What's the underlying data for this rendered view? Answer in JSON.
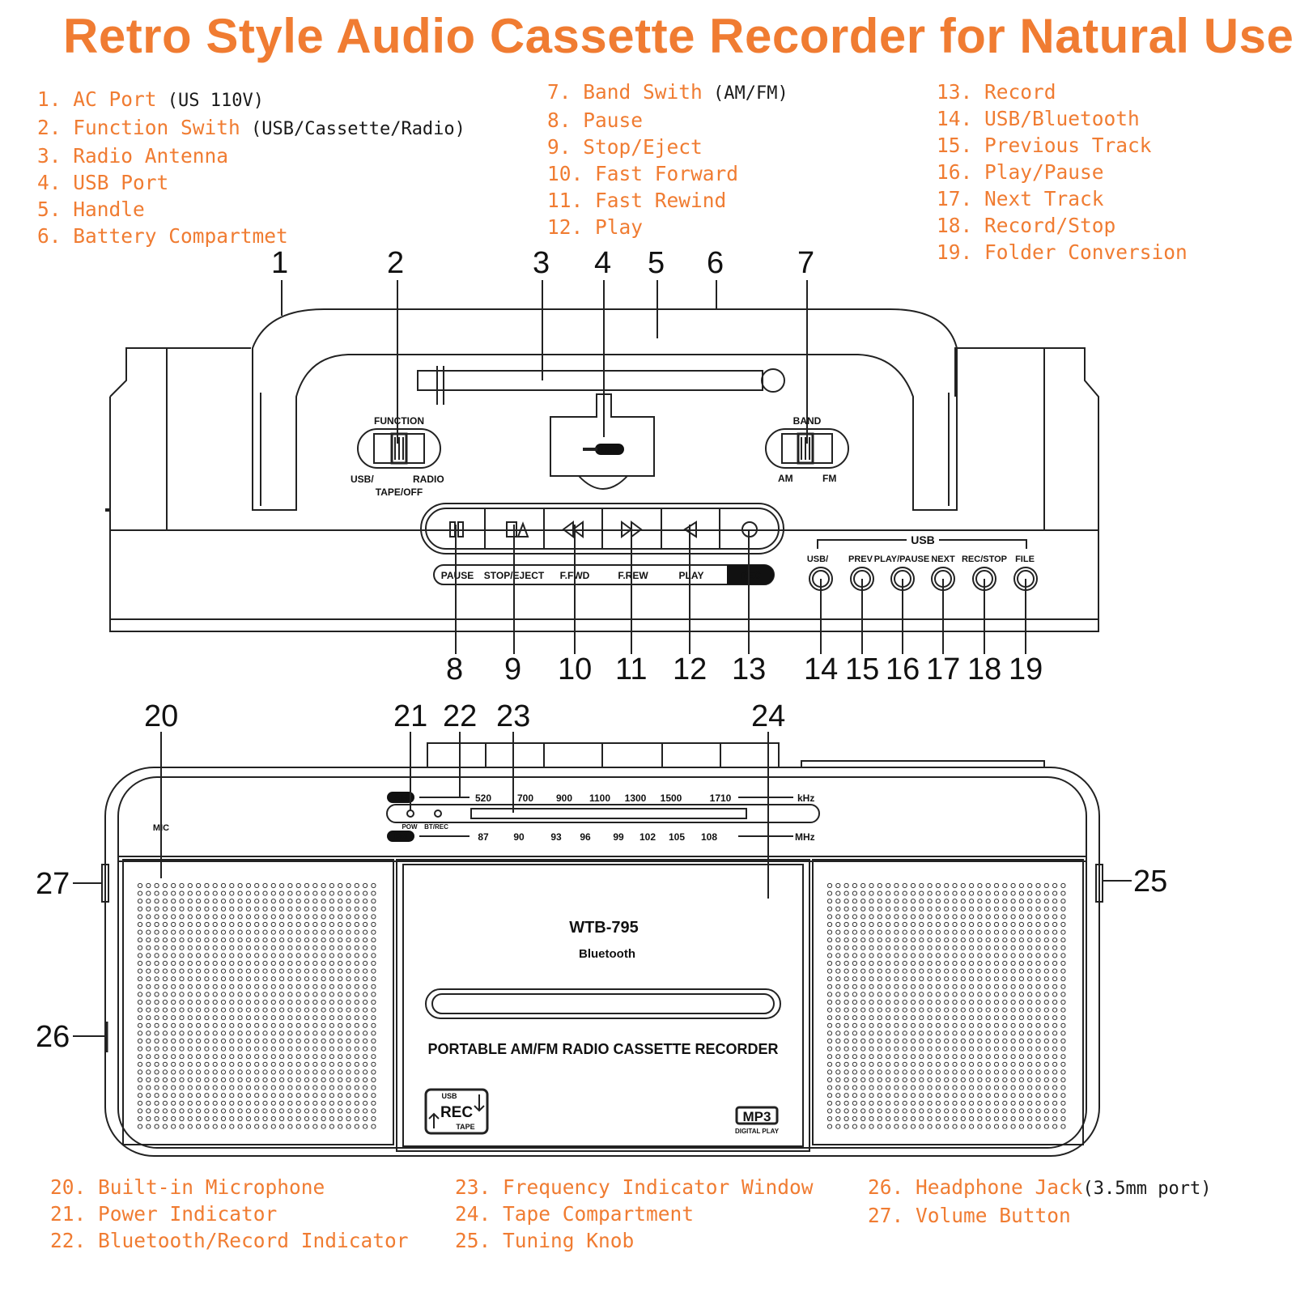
{
  "title": "Retro Style Audio Cassette Recorder for Natural User I",
  "legend_top": {
    "col1": [
      {
        "label": "1. AC Port",
        "note": " (US 110V)"
      },
      {
        "label": "2. Function Swith",
        "note": " (USB/Cassette/Radio)"
      },
      {
        "label": "3. Radio Antenna"
      },
      {
        "label": "4. USB Port"
      },
      {
        "label": "5. Handle"
      },
      {
        "label": "6. Battery Compartmet"
      }
    ],
    "col2": [
      {
        "label": "7. Band Swith",
        "note": " (AM/FM)"
      },
      {
        "label": "8. Pause"
      },
      {
        "label": "9. Stop/Eject"
      },
      {
        "label": "10. Fast Forward"
      },
      {
        "label": "11. Fast Rewind"
      },
      {
        "label": "12. Play"
      }
    ],
    "col3": [
      {
        "label": "13. Record"
      },
      {
        "label": "14. USB/Bluetooth"
      },
      {
        "label": "15. Previous Track"
      },
      {
        "label": "16. Play/Pause"
      },
      {
        "label": "17. Next Track"
      },
      {
        "label": "18. Record/Stop"
      },
      {
        "label": "19. Folder Conversion"
      }
    ]
  },
  "legend_bottom": {
    "col1": [
      {
        "label": "20. Built-in Microphone"
      },
      {
        "label": "21. Power Indicator"
      },
      {
        "label": "22. Bluetooth/Record Indicator"
      }
    ],
    "col2": [
      {
        "label": "23. Frequency Indicator Window"
      },
      {
        "label": "24. Tape Compartment"
      },
      {
        "label": "25. Tuning Knob"
      }
    ],
    "col3": [
      {
        "label": "26. Headphone Jack",
        "note": "(3.5mm port)"
      },
      {
        "label": "27. Volume Button"
      }
    ]
  },
  "callouts_top": [
    "1",
    "2",
    "3",
    "4",
    "5",
    "6",
    "7"
  ],
  "callouts_mid": [
    "8",
    "9",
    "10",
    "11",
    "12",
    "13",
    "14",
    "15",
    "16",
    "17",
    "18",
    "19"
  ],
  "callouts_bottom": [
    "20",
    "21",
    "22",
    "23",
    "24"
  ],
  "callouts_side": [
    "27",
    "26",
    "25"
  ],
  "top_view": {
    "function_label": "FUNCTION",
    "function_sub1": "USB/",
    "function_sub2": "RADIO",
    "function_sub3": "TAPE/OFF",
    "band_label": "BAND",
    "band_am": "AM",
    "band_fm": "FM",
    "usb_port_label": "USB",
    "transport_labels": [
      "PAUSE",
      "STOP/EJECT",
      "F.FWD",
      "F.REW",
      "PLAY",
      "REC"
    ],
    "usb_group_label": "USB",
    "usb_button_labels": [
      "USB/",
      "PREV",
      "PLAY/PAUSE",
      "NEXT",
      "REC/STOP",
      "FILE"
    ]
  },
  "front_view": {
    "am_label": "AM",
    "fm_label": "FM",
    "am_scale": [
      "520",
      "700",
      "900",
      "1100",
      "1300",
      "1500",
      "1710"
    ],
    "am_unit": "kHz",
    "fm_scale": [
      "87",
      "90",
      "93",
      "96",
      "99",
      "102",
      "105",
      "108"
    ],
    "fm_unit": "MHz",
    "pow_label": "POW",
    "btrec_label": "BT/REC",
    "mic_label": "MIC",
    "model": "WTB-795",
    "bluetooth_label": "Bluetooth",
    "product_line": "PORTABLE AM/FM RADIO CASSETTE RECORDER",
    "rec_badge_top": "USB",
    "rec_badge_main": "REC",
    "rec_badge_bottom": "TAPE",
    "mp3_label": "MP3",
    "mp3_sub": "DIGITAL PLAY"
  },
  "colors": {
    "accent": "#f07c32",
    "line": "#222222"
  }
}
